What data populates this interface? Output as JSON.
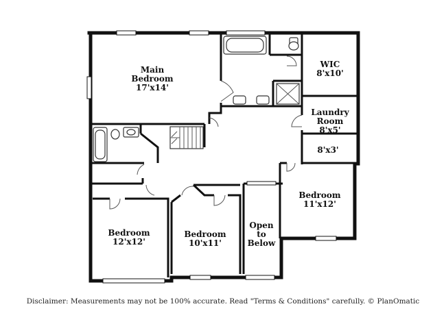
{
  "rooms": {
    "main_bedroom": {
      "name1": "Main",
      "name2": "Bedroom",
      "dim": "17'x14'"
    },
    "wic": {
      "name": "WIC",
      "dim": "8'x10'"
    },
    "laundry": {
      "name1": "Laundry",
      "name2": "Room",
      "dim": "8'x5'"
    },
    "closet": {
      "dim": "8'x3'"
    },
    "bedroom_right": {
      "name": "Bedroom",
      "dim": "11'x12'"
    },
    "bedroom_left": {
      "name": "Bedroom",
      "dim": "12'x12'"
    },
    "bedroom_middle": {
      "name": "Bedroom",
      "dim": "10'x11'"
    },
    "open_below": {
      "line1": "Open",
      "line2": "to",
      "line3": "Below"
    }
  },
  "disclaimer": "Disclaimer: Measurements may not be 100% accurate. Read \"Terms & Conditions\" carefully. © PlanOmatic"
}
